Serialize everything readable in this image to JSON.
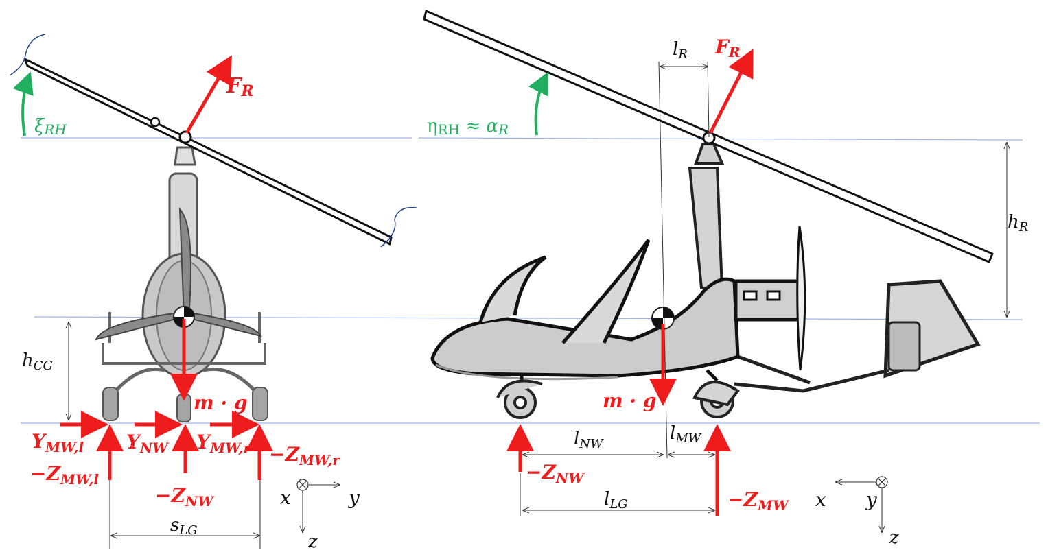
{
  "colors": {
    "force": "#ee1c1c",
    "angle": "#22b060",
    "reference_line": "#8fa8e0",
    "body": "#c8c8c8",
    "outline": "#222222"
  },
  "icons": [
    "center-of-gravity-symbol",
    "axis-into-page-symbol"
  ],
  "front_view": {
    "angle": {
      "main": "ξ",
      "sub": "RH"
    },
    "rotor_force": {
      "main": "F",
      "sub": "R"
    },
    "gravity": "m · g",
    "cg_height": {
      "main": "h",
      "sub": "CG"
    },
    "track_width": {
      "main": "s",
      "sub": "LG"
    },
    "y_mw_l": {
      "main": "Y",
      "sub": "MW,l"
    },
    "y_nw": {
      "main": "Y",
      "sub": "NW"
    },
    "y_mw_r": {
      "main": "Y",
      "sub": "MW,r"
    },
    "z_mw_l": {
      "main": "−Z",
      "sub": "MW,l"
    },
    "z_nw": {
      "main": "−Z",
      "sub": "NW"
    },
    "z_mw_r": {
      "main": "−Z",
      "sub": "MW,r"
    },
    "axes": {
      "x": "x",
      "y": "y",
      "z": "z"
    }
  },
  "side_view": {
    "angle": {
      "lhs": "η",
      "lhs_sub": "RH",
      "approx": " ≈ ",
      "rhs": "α",
      "rhs_sub": "R"
    },
    "rotor_force": {
      "main": "F",
      "sub": "R"
    },
    "rotor_offset": {
      "main": "l",
      "sub": "R"
    },
    "rotor_height": {
      "main": "h",
      "sub": "R"
    },
    "gravity": "m · g",
    "nose_wheel_dist": {
      "main": "l",
      "sub": "NW"
    },
    "main_wheel_dist": {
      "main": "l",
      "sub": "MW"
    },
    "wheelbase": {
      "main": "l",
      "sub": "LG"
    },
    "z_nw": {
      "main": "−Z",
      "sub": "NW"
    },
    "z_mw": {
      "main": "−Z",
      "sub": "MW"
    },
    "axes": {
      "x": "x",
      "y": "y",
      "z": "z"
    }
  }
}
